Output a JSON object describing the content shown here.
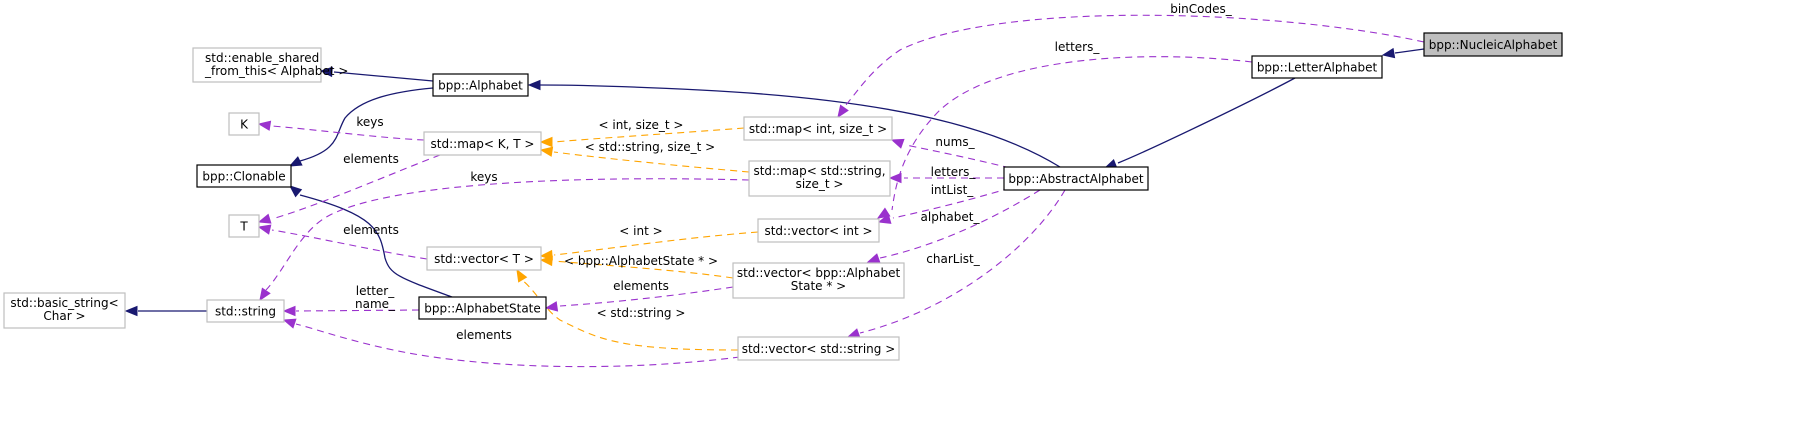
{
  "diagram": {
    "type": "collaboration-graph",
    "focus_class": "bpp::NucleicAlphabet",
    "colors": {
      "inheritance": "#191970",
      "member": "#9a32cd",
      "template": "#ffa500",
      "focus_fill": "#bfbfbf",
      "documented_border": "#000000",
      "undocumented_border": "#bfbfbf"
    },
    "nodes": {
      "nucleic": {
        "lines": [
          "bpp::NucleicAlphabet"
        ]
      },
      "letter": {
        "lines": [
          "bpp::LetterAlphabet"
        ]
      },
      "abstract": {
        "lines": [
          "bpp::AbstractAlphabet"
        ]
      },
      "alphabet": {
        "lines": [
          "bpp::Alphabet"
        ]
      },
      "enable_shared": {
        "lines": [
          "std::enable_shared",
          "_from_this< Alphabet >"
        ]
      },
      "clonable": {
        "lines": [
          "bpp::Clonable"
        ]
      },
      "K": {
        "lines": [
          "K"
        ]
      },
      "T": {
        "lines": [
          "T"
        ]
      },
      "map_KT": {
        "lines": [
          "std::map< K, T >"
        ]
      },
      "vector_T": {
        "lines": [
          "std::vector< T >"
        ]
      },
      "basic_string": {
        "lines": [
          "std::basic_string<",
          "Char >"
        ]
      },
      "string": {
        "lines": [
          "std::string"
        ]
      },
      "alphabet_state": {
        "lines": [
          "bpp::AlphabetState"
        ]
      },
      "map_int": {
        "lines": [
          "std::map< int, size_t >"
        ]
      },
      "map_string": {
        "lines": [
          "std::map< std::string,",
          "size_t >"
        ]
      },
      "vector_int": {
        "lines": [
          "std::vector< int >"
        ]
      },
      "vector_state": {
        "lines": [
          "std::vector< bpp::Alphabet",
          "State * >"
        ]
      },
      "vector_string": {
        "lines": [
          "std::vector< std::string >"
        ]
      }
    },
    "edge_labels": {
      "binCodes": [
        "binCodes_"
      ],
      "letters_top": [
        "letters_"
      ],
      "nums": [
        "nums_"
      ],
      "letters_mid": [
        "letters_"
      ],
      "intList": [
        "intList_"
      ],
      "alphabet": [
        "alphabet_"
      ],
      "charList": [
        "charList_"
      ],
      "keys_K": [
        "keys"
      ],
      "elements_T_map": [
        "elements"
      ],
      "keys_string": [
        "keys"
      ],
      "elements_T_vec": [
        "elements"
      ],
      "letter_name": [
        "letter_",
        "name_"
      ],
      "elements_state": [
        "elements"
      ],
      "elements_string": [
        "elements"
      ],
      "tpl_int_size": [
        "< int, size_t >"
      ],
      "tpl_string_size": [
        "< std::string, size_t >"
      ],
      "tpl_int": [
        "< int >"
      ],
      "tpl_state_ptr": [
        "< bpp::AlphabetState * >"
      ],
      "tpl_string": [
        "< std::string >"
      ]
    }
  }
}
